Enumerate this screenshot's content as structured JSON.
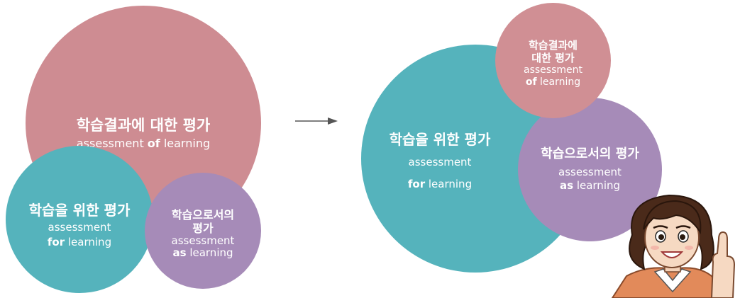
{
  "colors": {
    "pink": "#ce8c92",
    "teal": "#55b3bc",
    "purple": "#a68bb8",
    "text": "#ffffff",
    "arrow": "#555555"
  },
  "left_diagram": {
    "of_learning": {
      "title": "학습결과에 대한 평가",
      "sub_line1_pre": "assessment ",
      "sub_line1_bold": "of",
      "sub_line1_post": " learning"
    },
    "for_learning": {
      "title": "학습을 위한 평가",
      "sub_line1": "assessment",
      "sub_line2_bold": "for",
      "sub_line2_post": " learning"
    },
    "as_learning": {
      "title_line1": "학습으로서의",
      "title_line2": "평가",
      "sub_line1": "assessment",
      "sub_line2_bold": "as",
      "sub_line2_post": " learning"
    }
  },
  "right_diagram": {
    "of_learning": {
      "title_line1": "학습결과에",
      "title_line2": "대한 평가",
      "sub_line1": "assessment",
      "sub_line2_bold": "of",
      "sub_line2_post": " learning"
    },
    "for_learning": {
      "title": "학습을 위한 평가",
      "sub_line1": "assessment",
      "sub_line2_bold": "for",
      "sub_line2_post": " learning"
    },
    "as_learning": {
      "title": "학습으로서의 평가",
      "sub_line1": "assessment",
      "sub_line2_bold": "as",
      "sub_line2_post": " learning"
    }
  },
  "icons": {
    "arrow": "right-arrow-icon",
    "character": "teacher-pointing-illustration"
  }
}
